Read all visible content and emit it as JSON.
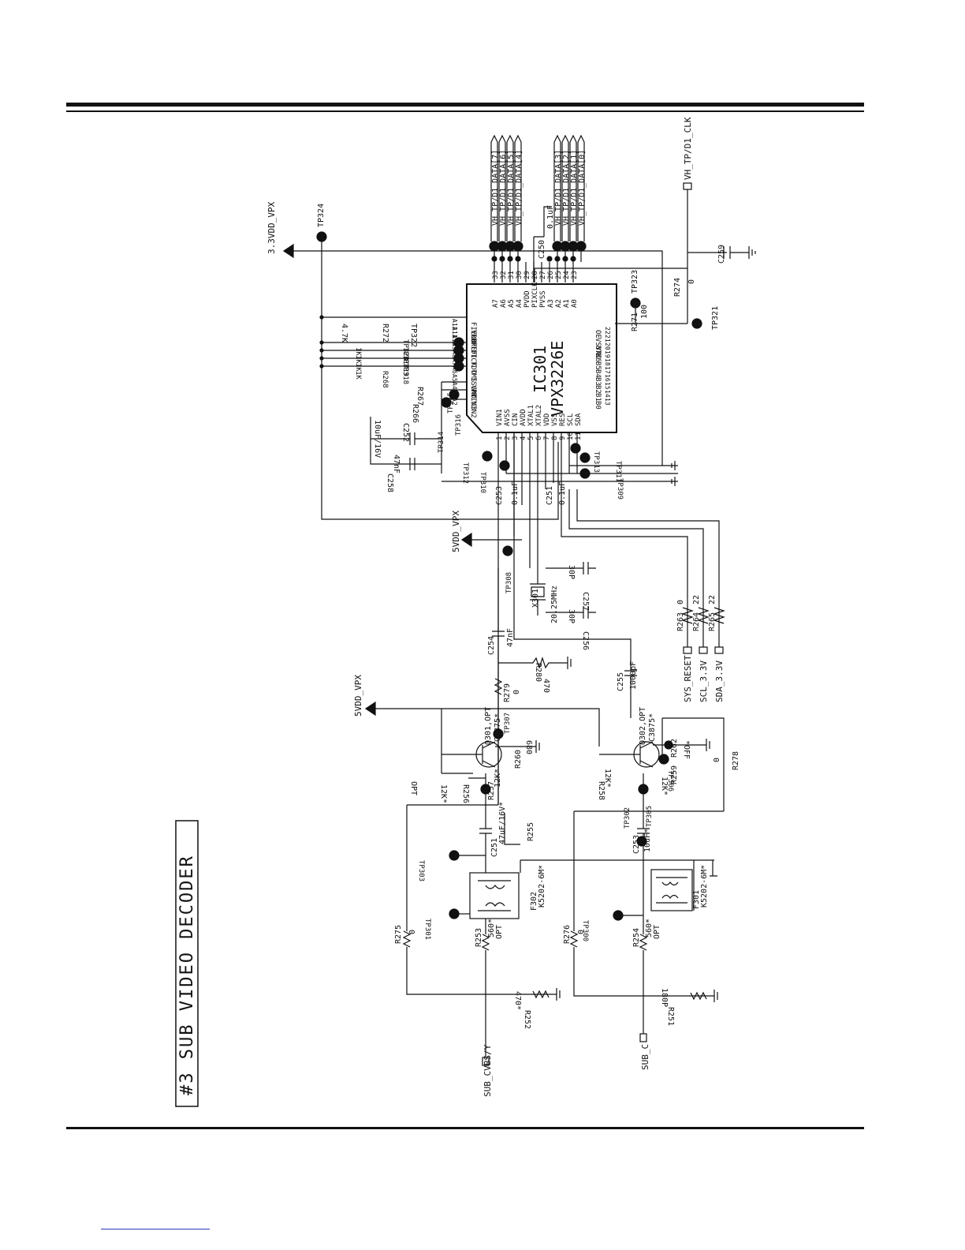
{
  "title": "#3 SUB VIDEO DECODER",
  "ic": {
    "ref": "IC301",
    "part": "VPX3226E"
  },
  "left_pins": [
    {
      "num": "1",
      "name": "VIN1"
    },
    {
      "num": "2",
      "name": "AVSS"
    },
    {
      "num": "3",
      "name": "CIN"
    },
    {
      "num": "4",
      "name": "AVDD"
    },
    {
      "num": "5",
      "name": "XTAL1"
    },
    {
      "num": "6",
      "name": "XTAL2"
    },
    {
      "num": "7",
      "name": "VDD"
    },
    {
      "num": "8",
      "name": "VSS"
    },
    {
      "num": "9",
      "name": "RES"
    },
    {
      "num": "10",
      "name": "SCL"
    },
    {
      "num": "11",
      "name": "SDA"
    }
  ],
  "right_pins": [
    {
      "num": "A2",
      "name": "VIN2"
    },
    {
      "num": "A3",
      "name": "VIN3"
    },
    {
      "num": "A4",
      "name": "VRT"
    },
    {
      "num": "A5",
      "name": "ISGND"
    },
    {
      "num": "A6",
      "name": "TMS"
    },
    {
      "num": "A7",
      "name": "TDO"
    },
    {
      "num": "A8",
      "name": "TCK"
    },
    {
      "num": "A9",
      "name": "TDI"
    },
    {
      "num": "A10",
      "name": "HREF"
    },
    {
      "num": "A11",
      "name": "VREF"
    },
    {
      "num": "A12",
      "name": "FIELD"
    }
  ],
  "top_pins": [
    {
      "num": "33",
      "name": "A7"
    },
    {
      "num": "32",
      "name": "A6"
    },
    {
      "num": "31",
      "name": "A5"
    },
    {
      "num": "30",
      "name": "A4"
    },
    {
      "num": "29",
      "name": "PVDD"
    },
    {
      "num": "28",
      "name": "PIXCLK"
    },
    {
      "num": "27",
      "name": "PVSS"
    },
    {
      "num": "26",
      "name": "A3"
    },
    {
      "num": "25",
      "name": "A2"
    },
    {
      "num": "24",
      "name": "A1"
    },
    {
      "num": "23",
      "name": "A0"
    }
  ],
  "bottom_pins": [
    {
      "num": "13",
      "name": "B0"
    },
    {
      "num": "14",
      "name": "B1"
    },
    {
      "num": "15",
      "name": "B2"
    },
    {
      "num": "16",
      "name": "B3"
    },
    {
      "num": "17",
      "name": "B4"
    },
    {
      "num": "18",
      "name": "B5"
    },
    {
      "num": "19",
      "name": "B6"
    },
    {
      "num": "20",
      "name": "B7"
    },
    {
      "num": "21",
      "name": "VSYNC"
    },
    {
      "num": "22",
      "name": "OE"
    }
  ],
  "data_bus": [
    "VH_TP/D1_DATA[7]",
    "VH_TP/D1_DATA[6]",
    "VH_TP/D1_DATA[5]",
    "VH_TP/D1_DATA[4]",
    "VH_TP/D1_DATA[3]",
    "VH_TP/D1_DATA[2]",
    "VH_TP/D1_DATA[1]",
    "VH_TP/D1_DATA[0]"
  ],
  "clk_net": "VH_TP/D1_CLK",
  "power": {
    "v33": "3.3VDD_VPX",
    "v5_a": "5VDD_VPX",
    "v5_b": "5VDD_VPX"
  },
  "inputs": {
    "cvbs": "SUB_CVBS/Y",
    "chroma": "SUB_C"
  },
  "control_nets": {
    "reset": "SYS_RESET",
    "scl": "SCL_3.3V",
    "sda": "SDA_3.3V"
  },
  "labels": {
    "tp324": "TP324",
    "tp322": "TP322",
    "tp323": "TP323",
    "tp321": "TP321",
    "r272": "R272",
    "r272v": "4.7K",
    "r271": "R271",
    "r271v": "100",
    "r274": "R274",
    "r274v": "0",
    "c259": "C259",
    "jtag_refs": [
      "TP320",
      "TP317",
      "TP319",
      "TP318"
    ],
    "r268": "R268",
    "r268v": "1K",
    "k1": "1K",
    "k2": "1K",
    "k3": "1K",
    "r266": "R266",
    "r267": "R267",
    "tp315": "TP315",
    "tp316": "TP316",
    "tp314": "TP314",
    "c252": "C252",
    "c252v": "10uF/16V",
    "c258": "C258",
    "c258v": "47nF",
    "tp312": "TP312",
    "tp310": "TP310",
    "tp309": "TP309",
    "tp311": "TP311",
    "tp313": "TP313",
    "c250": "C250",
    "c250v": "0.1uF",
    "c253b": "C253",
    "c253bv": "0.1uF",
    "c251b": "C251",
    "c251bv": "0.1uF",
    "tp308": "TP308",
    "x301": "X301",
    "x301v": "20.25MHz",
    "c257": "C257",
    "c257v": "30P",
    "c256": "C256",
    "c256v": "30P",
    "r263": "R263",
    "r263v": "0",
    "r264": "R264",
    "r264v": "22",
    "r265": "R265",
    "r265v": "22",
    "c254": "C254",
    "c254v": "47nF",
    "r280": "R280",
    "r280v": "470",
    "r279": "R279",
    "r279v": "0",
    "tp307": "TP307",
    "c255": "C255",
    "c255v": "1000pF",
    "q301": "Q301,OPT",
    "q301p": "C3875*",
    "q302": "Q302,OPT",
    "q302p": "C3875*",
    "r260": "R260",
    "r260v": "680",
    "r257": "R257",
    "r257v": "12K*",
    "r256": "R256",
    "r256v": "12K*",
    "opt": "OPT",
    "r262": "R262",
    "r262v": "*OFF",
    "r259": "R259",
    "r259v": "12K*",
    "r258": "R258",
    "r258v": "12K*",
    "r278": "R278",
    "r278v": "0",
    "tp306": "TP306",
    "c251": "C251",
    "c251v": "47uF/16V*",
    "r255": "R255",
    "tp303": "TP303",
    "tp302": "TP302",
    "tp305": "TP305",
    "c253": "C253",
    "c253v": "10uF*",
    "f302": "F302",
    "f302p": "K5202-6M*",
    "f301": "F301",
    "f301p": "K5202-6M*",
    "tp301": "TP301",
    "tp300": "TP300",
    "r275": "R275",
    "r275v": "0",
    "r276": "R276",
    "r276v": "0",
    "r253": "R253",
    "r253v": "560*",
    "r254": "R254",
    "r254v": "560*",
    "r252": "R252",
    "r252v": "470*",
    "r251": "R251",
    "r251v": "180P"
  }
}
